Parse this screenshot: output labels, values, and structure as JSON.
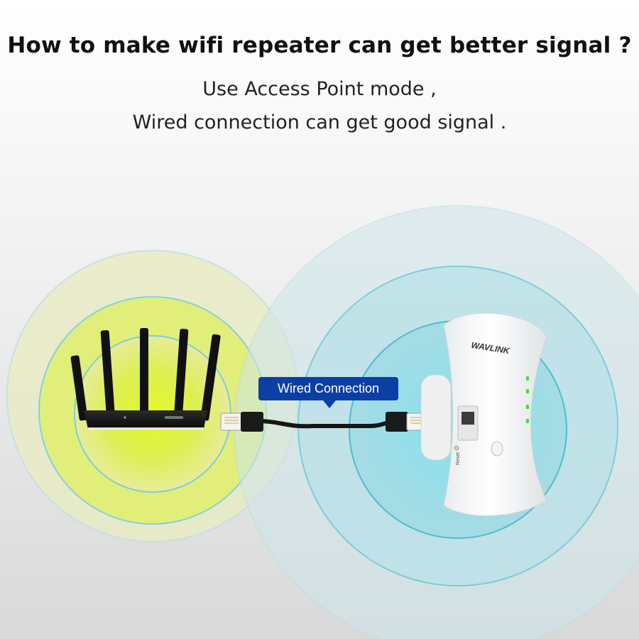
{
  "headline": "How to make wifi repeater can get better signal ?",
  "subheadline": {
    "line1": "Use Access Point mode ,",
    "line2": "Wired connection can get good signal ."
  },
  "callout": {
    "label": "Wired Connection"
  },
  "repeater": {
    "brand": "WAVLINK",
    "reset_label": "Reset"
  },
  "colors": {
    "router_zone": "#e2f53c",
    "repeater_zone": "#7fdde9",
    "callout_bg": "#0c3fa3",
    "led": "#3ddc4a"
  }
}
